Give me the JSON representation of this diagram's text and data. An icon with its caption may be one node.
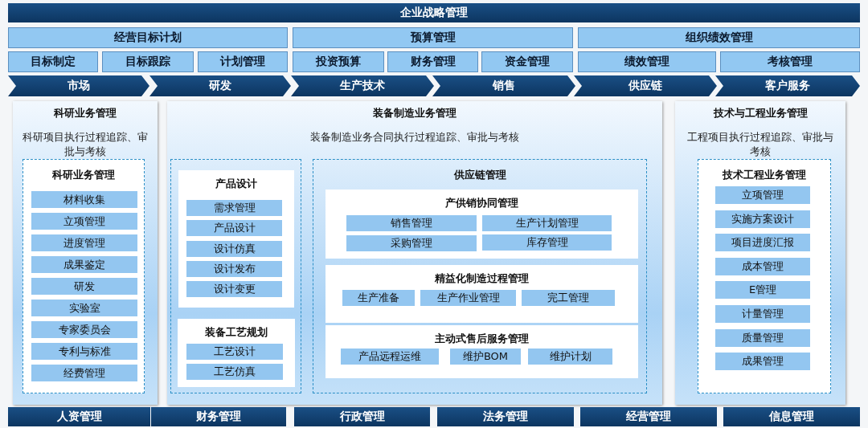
{
  "diagram": {
    "nodes": [
      {
        "text": [
          "企业战略管理"
        ]
      },
      {
        "text": [
          "经营目标计划"
        ]
      },
      {
        "text": [
          "预算管理"
        ]
      },
      {
        "text": [
          "组织绩效管理"
        ]
      },
      {
        "text": [
          "目标制定"
        ]
      },
      {
        "text": [
          "目标跟踪"
        ]
      },
      {
        "text": [
          "计划管理"
        ]
      },
      {
        "text": [
          "投资预算"
        ]
      },
      {
        "text": [
          "财务管理"
        ]
      },
      {
        "text": [
          "资金管理"
        ]
      },
      {
        "text": [
          "绩效管理"
        ]
      },
      {
        "text": [
          "考核管理"
        ]
      },
      {
        "text": [
          "市场"
        ]
      },
      {
        "text": [
          "研发"
        ]
      },
      {
        "text": [
          "生产技术"
        ]
      },
      {
        "text": [
          "销售"
        ]
      },
      {
        "text": [
          "供应链"
        ]
      },
      {
        "text": [
          "客户服务"
        ]
      },
      {
        "text": [
          "科研业务管理",
          "科研项目执行过程追踪、审批与考核"
        ]
      },
      {
        "text": [
          "科研业务管理"
        ],
        "in": 18
      },
      {
        "text": [
          "材料收集"
        ],
        "in": 19
      },
      {
        "text": [
          "立项管理"
        ],
        "in": 19
      },
      {
        "text": [
          "进度管理"
        ],
        "in": 19
      },
      {
        "text": [
          "成果鉴定"
        ],
        "in": 19
      },
      {
        "text": [
          "研发"
        ],
        "in": 19
      },
      {
        "text": [
          "实验室"
        ],
        "in": 19
      },
      {
        "text": [
          "专家委员会"
        ],
        "in": 19
      },
      {
        "text": [
          "专利与标准"
        ],
        "in": 19
      },
      {
        "text": [
          "经费管理"
        ],
        "in": 19
      },
      {
        "text": [
          "装备制造业务管理",
          "装备制造业务合同执行过程追踪、审批与考核"
        ]
      },
      {
        "text": [],
        "shape": "box",
        "in": 29
      },
      {
        "text": [
          "产品设计"
        ],
        "in": 30
      },
      {
        "text": [
          "需求管理"
        ],
        "in": 31
      },
      {
        "text": [
          "产品设计"
        ],
        "in": 31
      },
      {
        "text": [
          "设计仿真"
        ],
        "in": 31
      },
      {
        "text": [
          "设计发布"
        ],
        "in": 31
      },
      {
        "text": [
          "设计变更"
        ],
        "in": 31
      },
      {
        "text": [
          "装备工艺规划"
        ],
        "in": 30
      },
      {
        "text": [
          "工艺设计"
        ],
        "in": 37
      },
      {
        "text": [
          "工艺仿真"
        ],
        "in": 37
      },
      {
        "text": [
          "供应链管理"
        ],
        "in": 29
      },
      {
        "text": [
          "产供销协同管理"
        ],
        "in": 40
      },
      {
        "text": [
          "销售管理"
        ],
        "in": 41
      },
      {
        "text": [
          "生产计划管理"
        ],
        "in": 41
      },
      {
        "text": [
          "采购管理"
        ],
        "in": 41
      },
      {
        "text": [
          "库存管理"
        ],
        "in": 41
      },
      {
        "text": [
          "精益化制造过程管理"
        ],
        "in": 40
      },
      {
        "text": [
          "生产准备"
        ],
        "in": 46
      },
      {
        "text": [
          "生产作业管理"
        ],
        "in": 46
      },
      {
        "text": [
          "完工管理"
        ],
        "in": 46
      },
      {
        "text": [
          "主动式售后服务管理"
        ],
        "in": 40
      },
      {
        "text": [
          "产品远程运维"
        ],
        "in": 50
      },
      {
        "text": [
          "维护BOM"
        ],
        "in": 50
      },
      {
        "text": [
          "维护计划"
        ],
        "in": 50
      },
      {
        "text": [
          "技术与工程业务管理",
          "工程项目执行过程追踪、审批与考核"
        ]
      },
      {
        "text": [
          "技术工程业务管理"
        ],
        "in": 54
      },
      {
        "text": [
          "立项管理"
        ],
        "in": 55
      },
      {
        "text": [
          "实施方案设计"
        ],
        "in": 55
      },
      {
        "text": [
          "项目进度汇报"
        ],
        "in": 55
      },
      {
        "text": [
          "成本管理"
        ],
        "in": 55
      },
      {
        "text": [
          "E管理"
        ],
        "in": 55
      },
      {
        "text": [
          "计量管理"
        ],
        "in": 55
      },
      {
        "text": [
          "质量管理"
        ],
        "in": 55
      },
      {
        "text": [
          "成果管理"
        ],
        "in": 55
      },
      {
        "text": [
          "人资管理"
        ]
      },
      {
        "text": [
          "财务管理"
        ]
      },
      {
        "text": [
          "行政管理"
        ]
      },
      {
        "text": [
          "法务管理"
        ]
      },
      {
        "text": [
          "经营管理"
        ]
      },
      {
        "text": [
          "信息管理"
        ]
      }
    ]
  }
}
